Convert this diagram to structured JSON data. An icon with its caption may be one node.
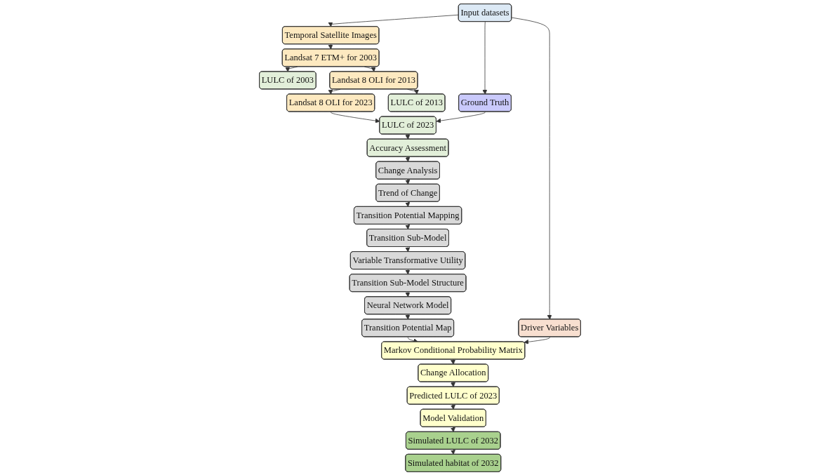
{
  "diagram": {
    "nodes": [
      {
        "text": [
          "Input datasets"
        ]
      },
      {
        "text": [
          "Temporal Satellite Images"
        ]
      },
      {
        "text": [
          "Ground Truth"
        ]
      },
      {
        "text": [
          "Driver Variables"
        ]
      },
      {
        "text": [
          "Landsat 7 ETM+ for 2003"
        ]
      },
      {
        "text": [
          "LULC of 2003"
        ]
      },
      {
        "text": [
          "Change Analysis"
        ]
      },
      {
        "text": [
          "Markov Conditional Probability Matrix"
        ]
      },
      {
        "text": [
          "Landsat 8 OLI for 2013"
        ]
      },
      {
        "text": [
          "LULC of 2013"
        ]
      },
      {
        "text": [
          "Trend of Change"
        ]
      },
      {
        "text": [
          "Change Allocation"
        ]
      },
      {
        "text": [
          "Transition Potential Mapping"
        ]
      },
      {
        "text": [
          "Landsat 8 OLI for 2023"
        ]
      },
      {
        "text": [
          "LULC of 2023"
        ]
      },
      {
        "text": [
          "Transition Sub-Model"
        ]
      },
      {
        "text": [
          "Predicted LULC of 2023"
        ]
      },
      {
        "text": [
          "Accuracy Assessment"
        ]
      },
      {
        "text": [
          "Variable Transformative Utility"
        ]
      },
      {
        "text": [
          "Model Validation"
        ]
      },
      {
        "text": [
          "Transition Sub-Model Structure"
        ]
      },
      {
        "text": [
          "Neural Network Model"
        ]
      },
      {
        "text": [
          "Simulated LULC of 2032"
        ]
      },
      {
        "text": [
          "Transition Potential Map"
        ]
      },
      {
        "text": [
          "Simulated habitat of 2032"
        ]
      }
    ],
    "edges": [
      {
        "from": 0,
        "to": 1,
        "arrow": "to"
      },
      {
        "from": 0,
        "to": 2,
        "arrow": "to"
      },
      {
        "from": 0,
        "to": 3,
        "arrow": "to"
      },
      {
        "from": 1,
        "to": 4,
        "arrow": "to"
      },
      {
        "from": 4,
        "to": 5,
        "arrow": "to"
      },
      {
        "from": 4,
        "to": 8,
        "arrow": "to"
      },
      {
        "from": 8,
        "to": 9,
        "arrow": "to"
      },
      {
        "from": 8,
        "to": 13,
        "arrow": "to"
      },
      {
        "from": 13,
        "to": 14,
        "arrow": "to"
      },
      {
        "from": 2,
        "to": 14,
        "arrow": "to"
      },
      {
        "from": 14,
        "to": 17,
        "arrow": "to"
      },
      {
        "from": 17,
        "to": 6,
        "arrow": "to"
      },
      {
        "from": 6,
        "to": 10,
        "arrow": "to"
      },
      {
        "from": 10,
        "to": 12,
        "arrow": "to"
      },
      {
        "from": 12,
        "to": 15,
        "arrow": "to"
      },
      {
        "from": 15,
        "to": 18,
        "arrow": "to"
      },
      {
        "from": 18,
        "to": 20,
        "arrow": "to"
      },
      {
        "from": 20,
        "to": 21,
        "arrow": "to"
      },
      {
        "from": 21,
        "to": 23,
        "arrow": "to"
      },
      {
        "from": 23,
        "to": 7,
        "arrow": "to"
      },
      {
        "from": 3,
        "to": 7,
        "arrow": "to"
      },
      {
        "from": 7,
        "to": 11,
        "arrow": "to"
      },
      {
        "from": 11,
        "to": 16,
        "arrow": "to"
      },
      {
        "from": 16,
        "to": 19,
        "arrow": "to"
      },
      {
        "from": 19,
        "to": 22,
        "arrow": "to"
      },
      {
        "from": 22,
        "to": 24,
        "arrow": "to"
      }
    ]
  }
}
